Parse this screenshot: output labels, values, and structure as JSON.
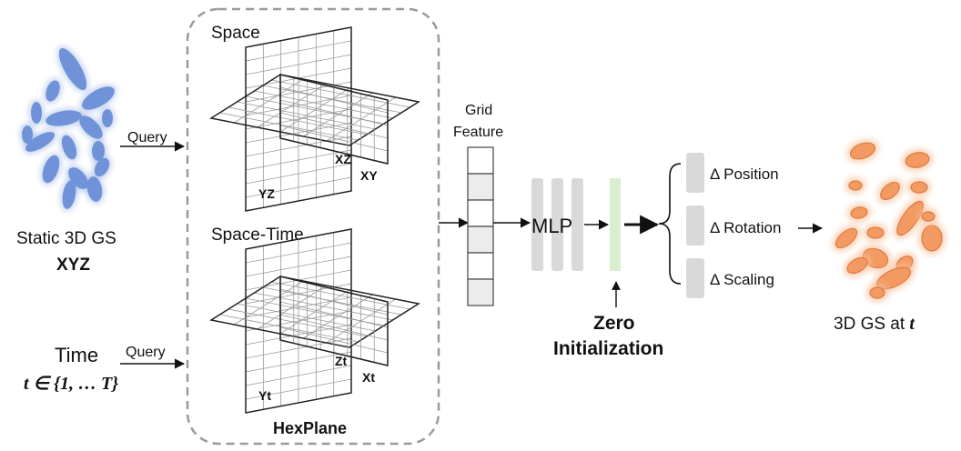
{
  "inputs": {
    "static_label": "Static 3D GS",
    "static_sub": "XYZ",
    "time_label": "Time",
    "time_math": "t ∈ {1, … T}",
    "query_top": "Query",
    "query_bottom": "Query"
  },
  "hexplane": {
    "title": "HexPlane",
    "space": {
      "label": "Space",
      "plane_labels": [
        "YZ",
        "XZ",
        "XY"
      ]
    },
    "space_time": {
      "label": "Space-Time",
      "plane_labels": [
        "Yt",
        "Zt",
        "Xt"
      ]
    }
  },
  "grid_feature": {
    "label_line1": "Grid",
    "label_line2": "Feature",
    "cell_count": 6
  },
  "mlp": {
    "label": "MLP"
  },
  "zero_init": {
    "line1": "Zero",
    "line2": "Initialization"
  },
  "outputs": {
    "items": [
      "Δ Position",
      "Δ Rotation",
      "Δ Scaling"
    ]
  },
  "result": {
    "label": "3D GS at ",
    "var": "t"
  },
  "colors": {
    "blue_gaussian": "#6f92d8",
    "orange_gaussian": "#f39a62",
    "orange_glow": "#f7c19c",
    "green_bar": "#d8f0cf",
    "grey_bar": "#d9d9d9",
    "dashed_border": "#9a9a9a"
  }
}
